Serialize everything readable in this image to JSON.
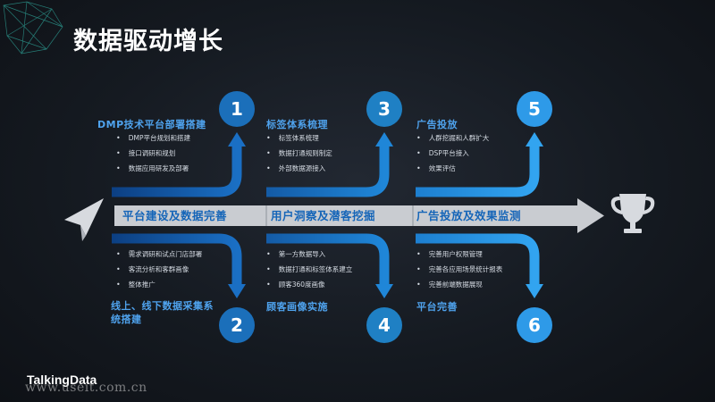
{
  "title": "数据驱动增长",
  "timeline_band": {
    "segments": [
      "平台建设及数据完善",
      "用户洞察及潜客挖掘",
      "广告投放及效果监测"
    ]
  },
  "steps": [
    {
      "number": "1",
      "heading": "DMP技术平台部署搭建",
      "items": [
        "DMP平台规划和搭建",
        "接口调研和规划",
        "数据应用研发及部署"
      ]
    },
    {
      "number": "2",
      "heading": "线上、线下数据采集系统搭建",
      "items": [
        "需求调研和试点门店部署",
        "客流分析和客群画像",
        "整体推广"
      ]
    },
    {
      "number": "3",
      "heading": "标签体系梳理",
      "items": [
        "标签体系梳理",
        "数据打通规则制定",
        "外部数据源接入"
      ]
    },
    {
      "number": "4",
      "heading": "顾客画像实施",
      "items": [
        "第一方数据导入",
        "数据打通和标签体系建立",
        "顾客360度画像"
      ]
    },
    {
      "number": "5",
      "heading": "广告投放",
      "items": [
        "人群挖掘和人群扩大",
        "DSP平台接入",
        "效果评估"
      ]
    },
    {
      "number": "6",
      "heading": "平台完善",
      "items": [
        "完善用户权限管理",
        "完善各应用场景统计报表",
        "完善前端数据展现"
      ]
    }
  ],
  "icons": {
    "start": "paper-plane-icon",
    "end": "trophy-icon"
  },
  "footer": {
    "brand": "TalkingData",
    "watermark": "www.useit.com.cn"
  },
  "colors": {
    "dark_blue": "#1565b8",
    "mid_blue": "#1e84d6",
    "light_blue": "#2e9ae8",
    "band": "#c9ccd1"
  }
}
